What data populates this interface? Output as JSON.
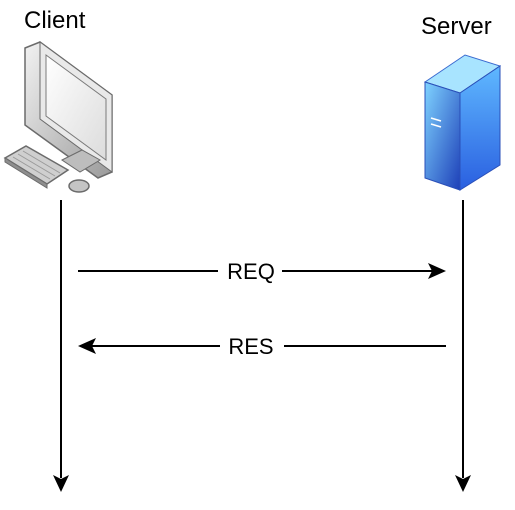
{
  "participants": {
    "client": {
      "label": "Client",
      "icon": "desktop-computer-icon"
    },
    "server": {
      "label": "Server",
      "icon": "server-tower-icon"
    }
  },
  "messages": [
    {
      "label": "REQ",
      "from": "client",
      "to": "server"
    },
    {
      "label": "RES",
      "from": "server",
      "to": "client"
    }
  ],
  "colors": {
    "line": "#000000",
    "server_light": "#6ec6ff",
    "server_dark": "#1a3fbf",
    "monitor_frame": "#d6d6d6"
  }
}
